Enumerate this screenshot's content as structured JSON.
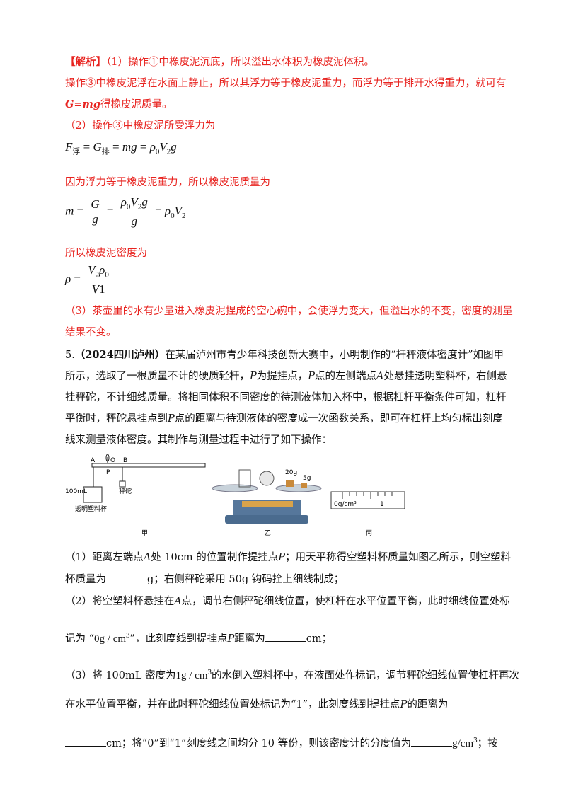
{
  "analysis": {
    "tag": "【解析】",
    "p1a": "（1）操作①中橡皮泥沉底，所以溢出水体积为橡皮泥体积。",
    "p1b": "操作③中橡皮泥浮在水面上静止，所以其浮力等于橡皮泥重力，而浮力等于排开水得重力，就可有",
    "p1c_formula": "G=mg",
    "p1c_rest": "得橡皮泥质量。",
    "p2": "（2）操作③中橡皮泥所受浮力为",
    "p2_text": "因为浮力等于橡皮泥重力，所以橡皮泥质量为",
    "p2_text2": "所以橡皮泥密度为",
    "p3a": "（3）茶壶里的水有少量进入橡皮泥捏成的空心碗中，会使浮力变大，但溢出水的不变，密度的测量",
    "p3b": "结果不变。"
  },
  "question": {
    "number": "5.",
    "source": "（2024四川泸州）",
    "l1": "在某届泸州市青少年科技创新大赛中，小明制作的“杆秤液体密度计”如图甲",
    "l2a": "所示，选取了一根质量不计的硬质轻杆，",
    "l2b": "为提挂点，",
    "l2c": "点的左侧端点",
    "l2d": "处悬挂透明塑料杯，右侧悬",
    "l3": "挂秤砣，不计细线质量。将相同体积不同密度的待测液体加入杯中，根据杠杆平衡条件可知，杠杆",
    "l4a": "平衡时，秤砣悬挂点到",
    "l4b": "点的距离与待测液体的密度成一次函数关系，即可在杠杆上均匀标出刻度",
    "l5": "线来测量液体密度。其制作与测量过程中进行了如下操作：",
    "var_P": "P",
    "var_A": "A"
  },
  "figure": {
    "label_jia": "甲",
    "label_yi": "乙",
    "label_bing": "丙",
    "cup_volume": "100mL",
    "cup_name": "透明塑料杯",
    "weight_name": "秤砣",
    "pt_A": "A",
    "pt_O": "O",
    "pt_P": "P",
    "pt_B": "B",
    "mass1": "20g",
    "mass2": "5g",
    "scale_zero": "0g/cm³",
    "scale_one": "1"
  },
  "parts": {
    "s1a": "（1）距离左端点",
    "s1b": "处 10cm 的位置制作提挂点",
    "s1c": "；用天平称得空塑料杯质量如图乙所示，则空塑料",
    "s1d": "杯质量为",
    "s1e": "g；右侧秤砣采用 50g 钩码拴上细线制成；",
    "s2a": "（2）将空塑料杯悬挂在",
    "s2b": "点，调节右侧秤砣细线位置，使杠杆在水平位置平衡，此时细线位置处标",
    "s2c": "记为 “",
    "s2_unit": "0g / cm",
    "s2d": "”，此刻度线到提挂点",
    "s2e": "距离为",
    "s2f": "cm；",
    "s3a": "（3）将 100mL 密度为",
    "s3_unit": "1g / cm",
    "s3b": "的水倒入塑料杯中，在液面处作标记，调节秤砣细线位置使杠杆再次",
    "s3c": "在水平位置平衡，并在此时秤砣细线位置处标记为“1”，此刻度线到提挂点",
    "s3d": "的距离为",
    "s3e": "cm；将“0”到“1”刻度线之间均分 10 等份，则该密度计的分度值为",
    "s3_unit2": "g/cm",
    "s3f": "；按",
    "sup3": "3"
  }
}
